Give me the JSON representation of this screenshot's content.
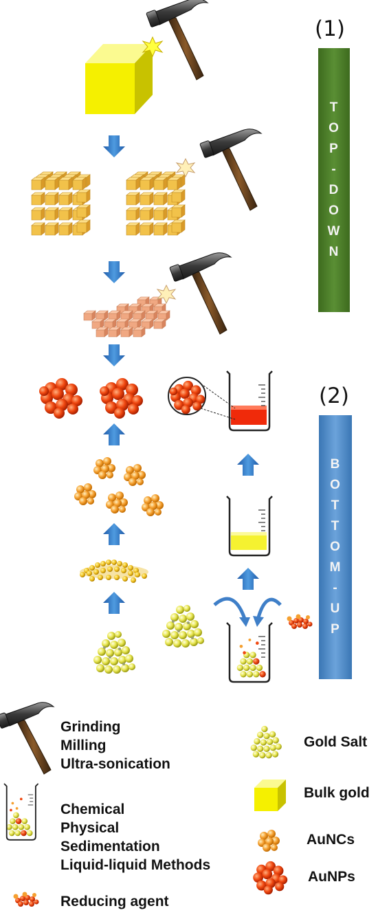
{
  "labels": {
    "top_down_number": "(1)",
    "bottom_up_number": "(2)",
    "top_down": [
      "T",
      "O",
      "P",
      "-",
      "D",
      "O",
      "W",
      "N"
    ],
    "bottom_up": [
      "B",
      "O",
      "T",
      "T",
      "O",
      "M",
      "-",
      "U",
      "P"
    ]
  },
  "legend": {
    "mechanical": [
      "Grinding",
      "Milling",
      "Ultra-sonication"
    ],
    "methods": [
      "Chemical",
      "Physical",
      "Sedimentation",
      "Liquid-liquid  Methods"
    ],
    "reducing_agent": "Reducing agent",
    "gold_salt": "Gold Salt",
    "bulk_gold": "Bulk gold",
    "auncs": "AuNCs",
    "aunps": "AuNPs"
  },
  "colors": {
    "top_down_banner": "#4e7d2c",
    "bottom_up_banner": "#4f86c0",
    "arrow": "#2f6fbf",
    "bulk_gold": "#f2ef00",
    "cube_gold": "#f0c040",
    "cube_salmon": "#f2ad8a",
    "aunp": "#f04810",
    "aunc": "#f5a030",
    "gold_salt": "#e8e650",
    "solution_yellow": "#f5f230",
    "solution_red": "#f02a0a"
  },
  "icons": [
    "hammer-icon",
    "beaker-icon",
    "gold-salt-icon",
    "bulk-gold-icon",
    "aunc-icon",
    "aunp-icon",
    "reducing-agent-icon"
  ]
}
